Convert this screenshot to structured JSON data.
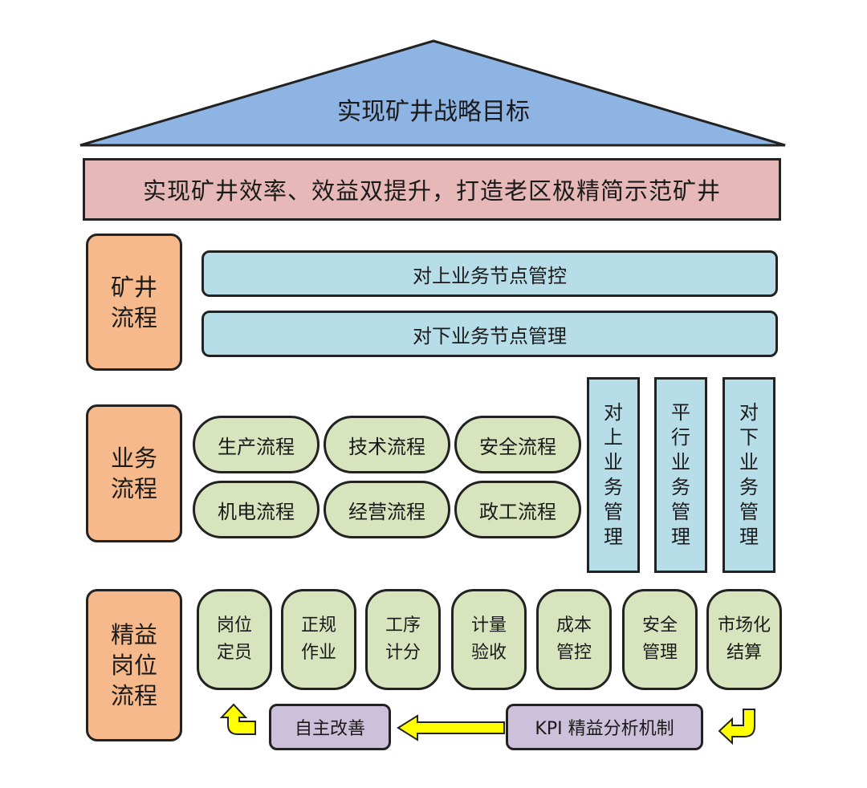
{
  "roof": {
    "title": "实现矿井战略目标",
    "color": "#8eb4e3"
  },
  "banner": {
    "text": "实现矿井效率、效益双提升，打造老区极精简示范矿井",
    "color": "#e6b9b8"
  },
  "sections": {
    "mine": {
      "label": "矿井\n流程",
      "bars": [
        "对上业务节点管控",
        "对下业务节点管理"
      ]
    },
    "business": {
      "label": "业务\n流程",
      "processes": [
        "生产流程",
        "技术流程",
        "安全流程",
        "机电流程",
        "经营流程",
        "政工流程"
      ],
      "management": [
        "对\n上\n业\n务\n管\n理",
        "平\n行\n业\n务\n管\n理",
        "对\n下\n业\n务\n管\n理"
      ]
    },
    "lean": {
      "label": "精益\n岗位\n流程",
      "columns": [
        "岗位\n定员",
        "正规\n作业",
        "工序\n计分",
        "计量\n验收",
        "成本\n管控",
        "安全\n管理",
        "市场化\n结算"
      ]
    }
  },
  "feedback": {
    "improve": "自主改善",
    "kpi": "KPI 精益分析机制",
    "arrow_color": "#ffff00"
  }
}
